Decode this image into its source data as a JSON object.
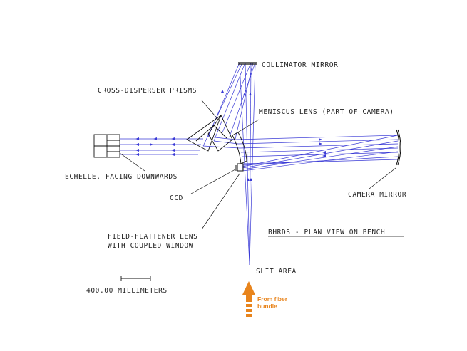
{
  "colors": {
    "ray": "#3a3ad6",
    "outline": "#111111",
    "text": "#222222",
    "arrow": "#e8841c",
    "background": "#ffffff"
  },
  "labels": {
    "collimator_mirror": "COLLIMATOR MIRROR",
    "cross_disperser_prisms": "CROSS-DISPERSER PRISMS",
    "meniscus_lens": "MENISCUS LENS (PART OF CAMERA)",
    "echelle": "ECHELLE, FACING DOWNWARDS",
    "ccd": "CCD",
    "camera_mirror": "CAMERA MIRROR",
    "title": "BHRDS - PLAN VIEW ON BENCH",
    "field_flattener_line1": "FIELD-FLATTENER LENS",
    "field_flattener_line2": "WITH COUPLED WINDOW",
    "slit_area": "SLIT AREA",
    "scale": "400.00 MILLIMETERS",
    "fiber_line1": "From fiber",
    "fiber_line2": "bundle"
  },
  "icons": {
    "input_arrow": "up-arrow-icon"
  }
}
